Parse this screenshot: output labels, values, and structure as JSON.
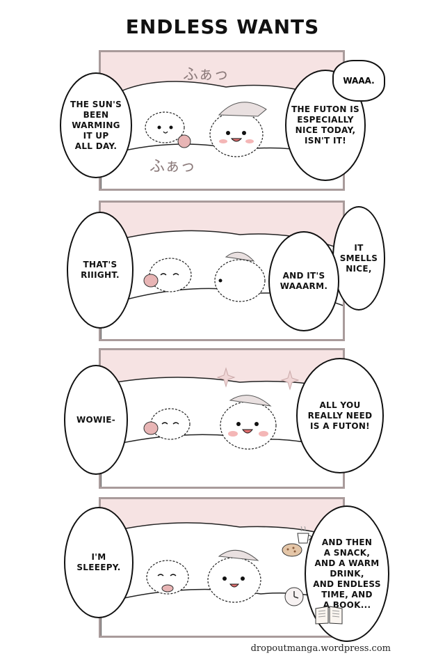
{
  "title": "ENDLESS WANTS",
  "panels": [
    {
      "left_text": "THE SUN'S\nBEEN\nWARMING\nIT UP\nALL DAY.",
      "right_text": "THE FUTON IS\nESPECIALLY\nNICE TODAY,\nISN'T IT!",
      "shout_text": "WAAA.",
      "sfx": [
        "ふぁっ",
        "ふぁっ"
      ]
    },
    {
      "left_text": "THAT'S\nRIIIGHT.",
      "right_text": "AND IT'S\nWAAARM.",
      "right_top_text": "IT\nSMELLS\nNICE,"
    },
    {
      "left_text": "WOWIE-",
      "right_text": "ALL YOU\nREALLY NEED\nIS A FUTON!"
    },
    {
      "left_text": "I'M\nSLEEEPY.",
      "right_text": "AND THEN\nA SNACK,\nAND A WARM\nDRINK,\nAND ENDLESS\nTIME, AND\nA BOOK..."
    }
  ],
  "credit": "dropoutmanga.wordpress.com",
  "colors": {
    "panel_bg": "#f6e3e3",
    "panel_border": "#a99b9b",
    "ink": "#111111",
    "blush": "#f4b6b6"
  }
}
